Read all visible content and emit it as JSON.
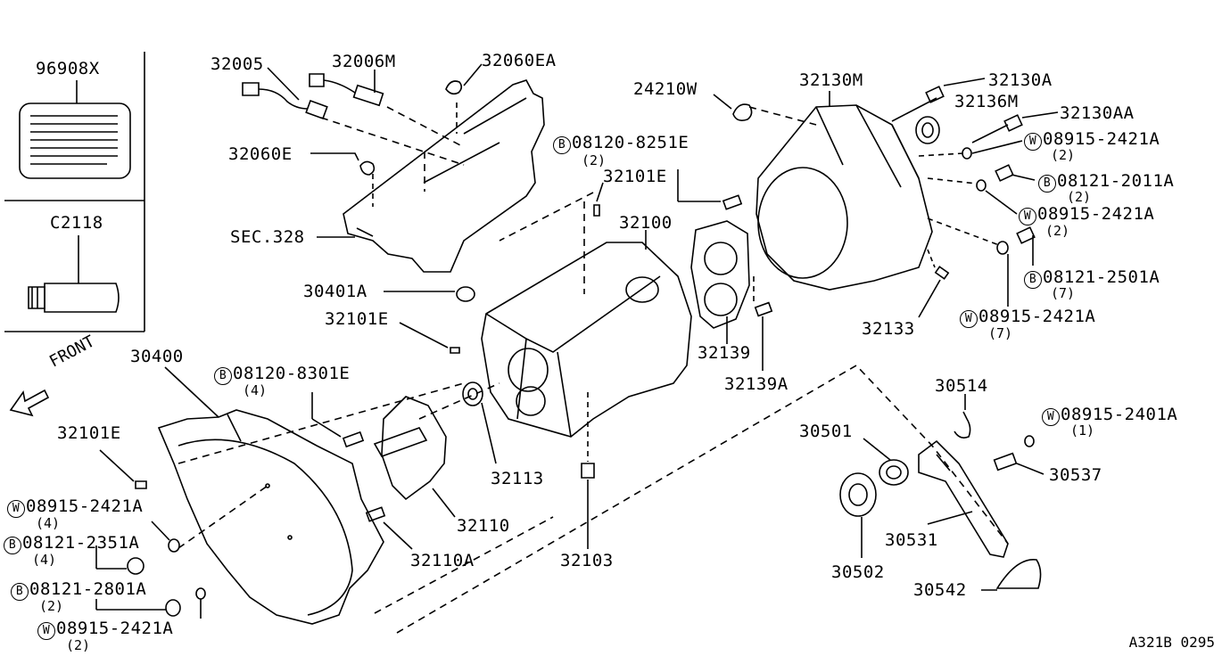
{
  "labels": {
    "p96908x": "96908X",
    "c2118": "C2118",
    "p32005": "32005",
    "p32006m": "32006M",
    "p32060ea": "32060EA",
    "p32060e": "32060E",
    "sec328": "SEC.328",
    "p24210w": "24210W",
    "p32130m": "32130M",
    "p32130a": "32130A",
    "p32136m": "32136M",
    "p32130aa": "32130AA",
    "b081208251e": "08120-8251E",
    "b081208251e_qty": "(2)",
    "p32101e_top": "32101E",
    "p32100": "32100",
    "w089152421a_1": "08915-2421A",
    "w089152421a_1_qty": "(2)",
    "b081212011a": "08121-2011A",
    "b081212011a_qty": "(2)",
    "w089152421a_2": "08915-2421A",
    "w089152421a_2_qty": "(2)",
    "b081212501a": "08121-2501A",
    "b081212501a_qty": "(7)",
    "w089152421a_3": "08915-2421A",
    "w089152421a_3_qty": "(7)",
    "p30401a": "30401A",
    "p32101e_mid": "32101E",
    "p32139": "32139",
    "p32139a": "32139A",
    "p32133": "32133",
    "front": "FRONT",
    "p30400": "30400",
    "b081208301e": "08120-8301E",
    "b081208301e_qty": "(4)",
    "p32101e_left": "32101E",
    "p32113": "32113",
    "p30514": "30514",
    "w089152401a": "08915-2401A",
    "w089152401a_qty": "(1)",
    "p30501": "30501",
    "p30537": "30537",
    "w089152421a_4": "08915-2421A",
    "w089152421a_4_qty": "(4)",
    "b081212351a": "08121-2351A",
    "b081212351a_qty": "(4)",
    "p32110": "32110",
    "p32110a": "32110A",
    "p32103": "32103",
    "p30531": "30531",
    "p30502": "30502",
    "b081212801a": "08121-2801A",
    "b081212801a_qty": "(2)",
    "p30542": "30542",
    "w089152421a_5": "08915-2421A",
    "w089152421a_5_qty": "(2)",
    "diagram_code": "A321B 0295"
  },
  "prefix": {
    "bolt": "B",
    "washer": "W"
  }
}
